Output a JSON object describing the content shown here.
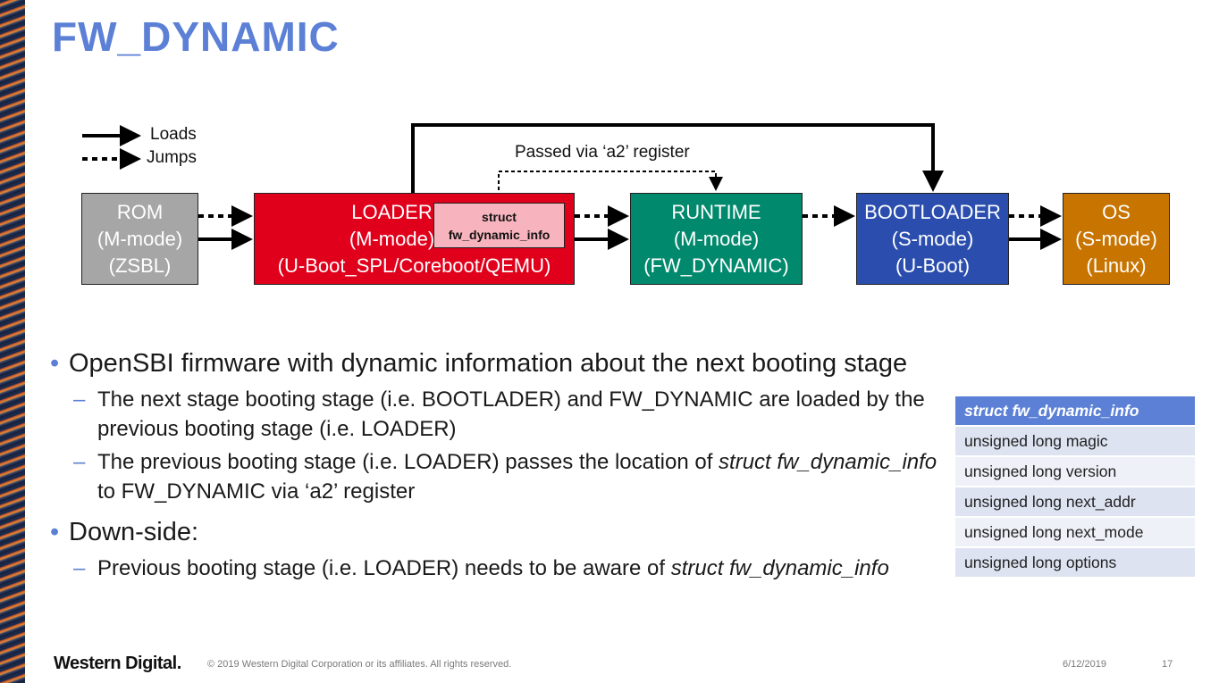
{
  "title": "FW_DYNAMIC",
  "legend": {
    "loads": "Loads",
    "jumps": "Jumps"
  },
  "passed_label": "Passed via ‘a2’ register",
  "boxes": {
    "rom": {
      "line1": "ROM",
      "line2": "(M-mode)",
      "line3": "(ZSBL)",
      "color": "#a6a6a6"
    },
    "loader": {
      "line1": "LOADER",
      "line2": "(M-mode)",
      "line3": "(U-Boot_SPL/Coreboot/QEMU)",
      "color": "#e0001b"
    },
    "struct": {
      "line1": "struct",
      "line2": "fw_dynamic_info",
      "color": "#f7b3be"
    },
    "runtime": {
      "line1": "RUNTIME",
      "line2": "(M-mode)",
      "line3": "(FW_DYNAMIC)",
      "color": "#00896c"
    },
    "bootloader": {
      "line1": "BOOTLOADER",
      "line2": "(S-mode)",
      "line3": "(U-Boot)",
      "color": "#2b4eae"
    },
    "os": {
      "line1": "OS",
      "line2": "(S-mode)",
      "line3": "(Linux)",
      "color": "#c87400"
    }
  },
  "bullets": {
    "b1": "OpenSBI firmware with dynamic information about the next booting stage",
    "b1_sub1": "The next stage booting stage (i.e. BOOTLADER) and FW_DYNAMIC are loaded by the previous booting stage (i.e. LOADER)",
    "b1_sub2_pre": "The previous booting stage (i.e. LOADER) passes the location of ",
    "b1_sub2_em": "struct fw_dynamic_info",
    "b1_sub2_post": " to FW_DYNAMIC via ‘a2’ register",
    "b2": "Down-side:",
    "b2_sub1_pre": "Previous booting stage (i.e. LOADER) needs to be aware of ",
    "b2_sub1_em": "struct fw_dynamic_info"
  },
  "struct_table": {
    "header": "struct fw_dynamic_info",
    "rows": [
      "unsigned long magic",
      "unsigned long version",
      "unsigned long next_addr",
      "unsigned long next_mode",
      "unsigned long options"
    ]
  },
  "footer": {
    "logo": "Western Digital.",
    "copyright": "© 2019 Western Digital Corporation or its affiliates. All rights reserved.",
    "date": "6/12/2019",
    "page": "17"
  },
  "colors": {
    "title": "#5b80d6",
    "accent": "#5b80d6"
  }
}
